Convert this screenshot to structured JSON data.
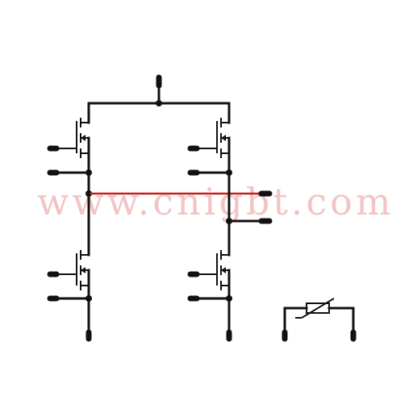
{
  "watermark": {
    "text": "www.cnigbt.com"
  },
  "colors": {
    "wire": "#111111",
    "output_wire": "#c81e1e",
    "watermark": "#f2c4c4",
    "background": "#ffffff"
  },
  "components": {
    "mosfets": [
      "top-left",
      "top-right",
      "bottom-left",
      "bottom-right"
    ],
    "thermistor": "ntc-thermistor"
  }
}
